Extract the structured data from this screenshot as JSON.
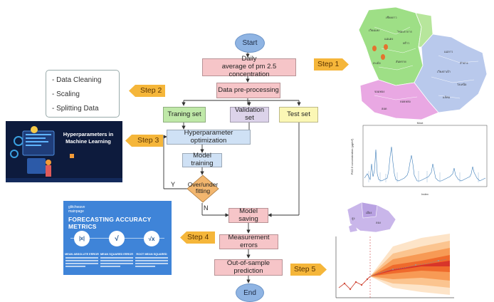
{
  "flowchart": {
    "start": "Start",
    "daily": "Daily\naverage of pm 2.5 concentration",
    "preprocessing": "Data pre-processing",
    "training_set": "Traning set",
    "validation_set": "Validation set",
    "test_set": "Test set",
    "hyperparameter_optimization": "Hyperparameter optimization",
    "model_training": "Model training",
    "decision": "Over/under\nfitting",
    "yes_label": "Y",
    "no_label": "N",
    "model_saving": "Model saving",
    "measurement_errors": "Measurement errors",
    "out_of_sample": "Out-of-sample prediction",
    "end": "End"
  },
  "steps": {
    "step1": "Step 1",
    "step2": "Step 2",
    "step3": "Step 3",
    "step4": "Step 4",
    "step5": "Step 5"
  },
  "step2_list": [
    "- Data Cleaning",
    "- Scaling",
    "- Splitting Data"
  ],
  "hyperparameter_image": {
    "title": "Hyperparameters in Machine Learning"
  },
  "metrics_image": {
    "logo_top": "glitchwave",
    "logo_bottom": "mainpage",
    "title": "FORECASTING ACCURACY METRICS",
    "metrics": [
      "MEAN ABSOLUTE ERROR",
      "MEAN SQUARED ERROR",
      "ROOT MEAN SQUARED"
    ],
    "symbols": [
      "|x|",
      "√",
      "√x"
    ]
  },
  "colors": {
    "step_arrow": "#f5b63a",
    "pink_box": "#f6c5c8",
    "green_box": "#bfe8a8",
    "validation_box": "#dcd3ea",
    "test_box": "#fbf7b5",
    "blue_box": "#cfe1f5",
    "terminal_oval": "#8fb4e3",
    "decision_diamond": "#f2b66e"
  }
}
